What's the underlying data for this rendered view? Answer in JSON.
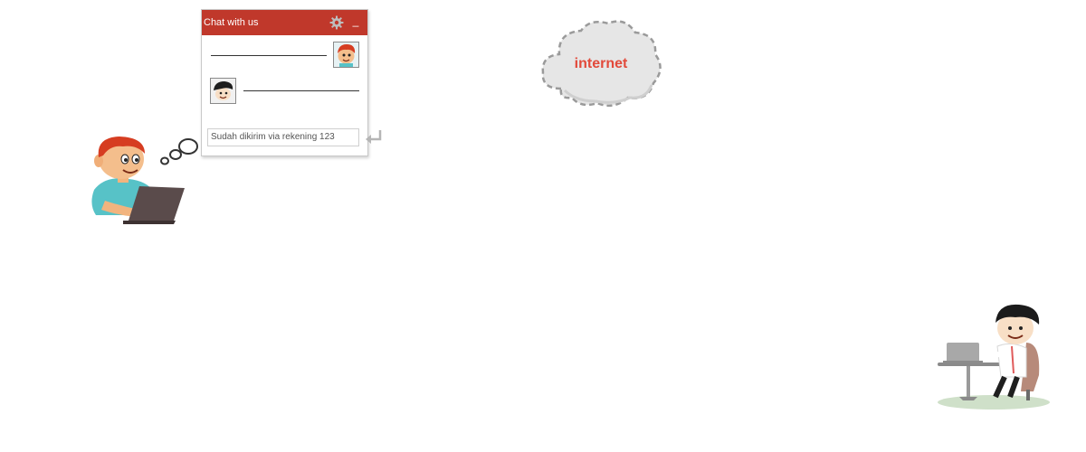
{
  "chat": {
    "title": "Chat with us",
    "minimize_label": "_",
    "input_value": "Sudah dikirim via rekening 123"
  },
  "network": {
    "cloud_label": "internet"
  },
  "colors": {
    "header": "#c0382b",
    "cloud_text": "#e24a3b",
    "cloud_fill": "#e6e6e6"
  },
  "icons": {
    "settings": "gear-icon",
    "send": "enter-arrow-icon"
  }
}
